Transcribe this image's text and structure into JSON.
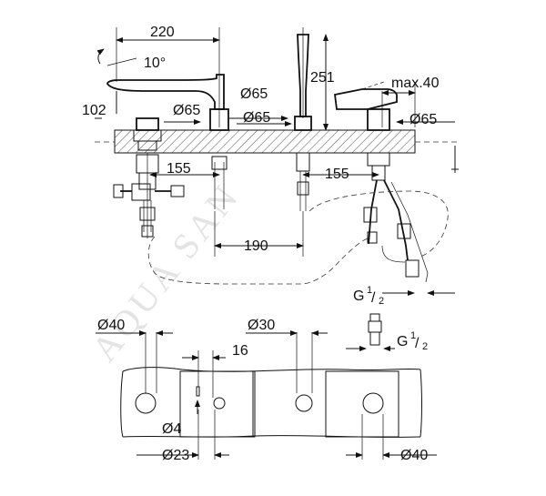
{
  "watermark": "AQUA SAN",
  "dimensions": {
    "spout_width": "220",
    "spout_angle": "10°",
    "spout_height": "102",
    "hand_shower_height": "251",
    "lever_travel": "max.40",
    "d_spout_escutcheon": "Ø65",
    "d_valve_escutcheon": "Ø65",
    "d_shower_escutcheon": "Ø65",
    "d_mixer_escutcheon": "Ø65",
    "spacing_left": "155",
    "spacing_right": "155",
    "hose_spacing": "190",
    "thread_1": {
      "main": "G",
      "num": "1",
      "den": "2"
    },
    "thread_2": {
      "main": "G",
      "num": "1",
      "den": "2"
    },
    "hole_d40_left": "Ø40",
    "hole_d30": "Ø30",
    "slot_width": "16",
    "d_small_hole": "Ø4",
    "d_23": "Ø23",
    "hole_d40_right": "Ø40"
  }
}
